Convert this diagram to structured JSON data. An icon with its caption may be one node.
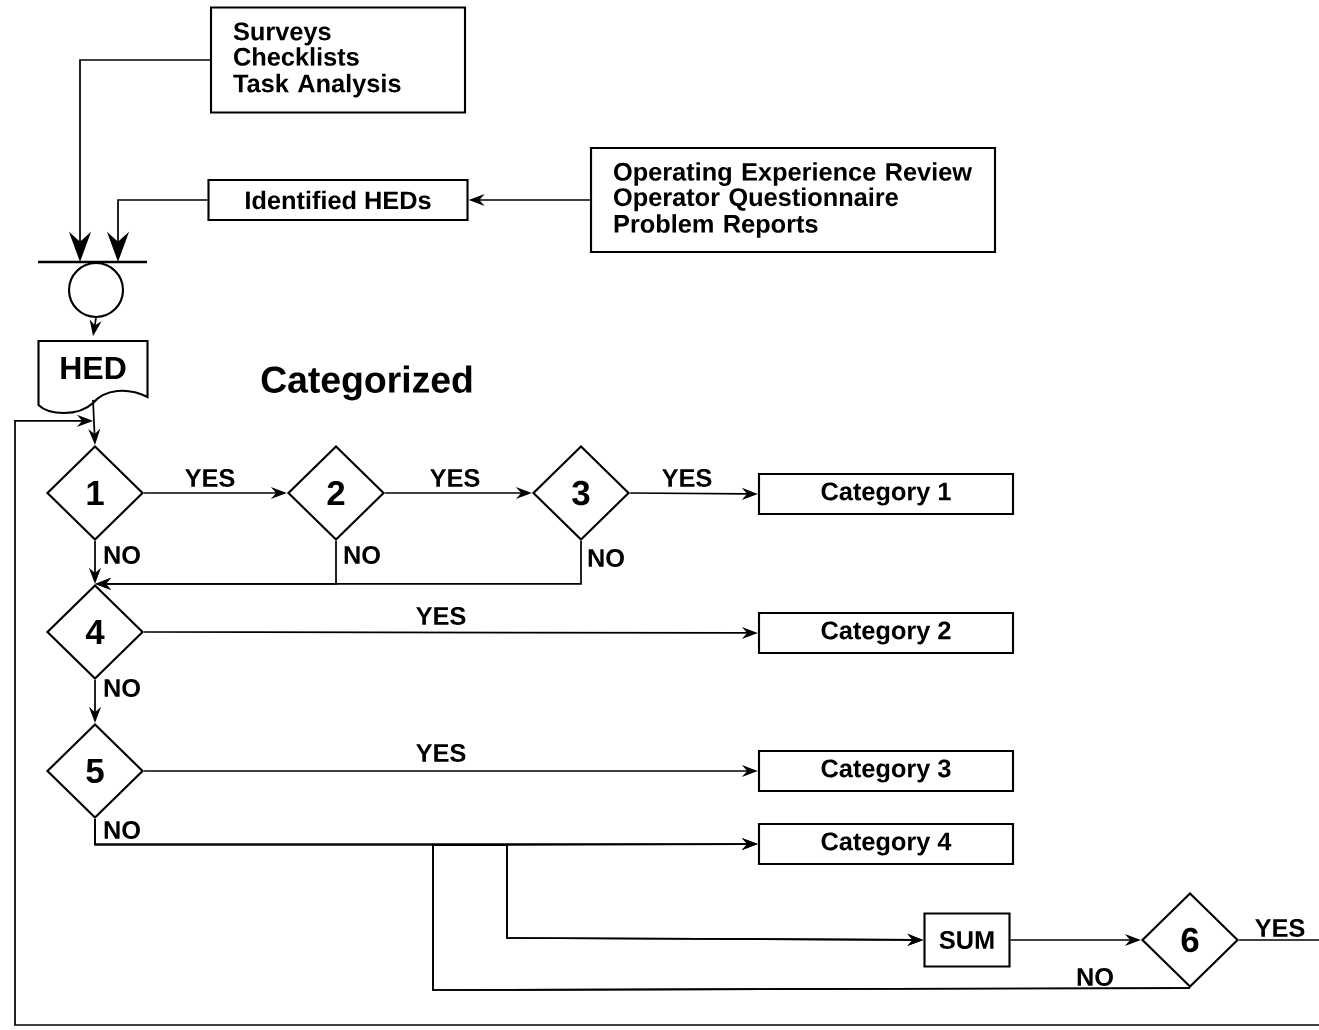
{
  "diagram": {
    "nodes": [
      {
        "text": [
          "Surveys",
          "Checklists",
          "Task Analysis"
        ]
      },
      {
        "text": [
          "Identified HEDs"
        ]
      },
      {
        "text": [
          "Operating Experience Review",
          "Operator Questionnaire",
          "Problem Reports"
        ]
      },
      {
        "text": [],
        "shape": "circle"
      },
      {
        "text": [
          "HED"
        ]
      },
      {
        "text": [
          "1"
        ]
      },
      {
        "text": [
          "2"
        ]
      },
      {
        "text": [
          "3"
        ]
      },
      {
        "text": [
          "Category 1"
        ]
      },
      {
        "text": [
          "4"
        ]
      },
      {
        "text": [
          "Category 2"
        ]
      },
      {
        "text": [
          "5"
        ]
      },
      {
        "text": [
          "Category 3"
        ]
      },
      {
        "text": [
          "Category 4"
        ]
      },
      {
        "text": [
          "SUM"
        ]
      },
      {
        "text": [
          "6"
        ]
      }
    ],
    "edges": [
      {
        "from": 0,
        "to": 3,
        "arrow": "to"
      },
      {
        "from": 1,
        "to": 3,
        "arrow": "to"
      },
      {
        "from": 2,
        "to": 1,
        "arrow": "to"
      },
      {
        "from": 3,
        "to": 4,
        "arrow": "to"
      },
      {
        "from": 4,
        "to": 5,
        "arrow": "to"
      },
      {
        "from": 5,
        "to": 6,
        "arrow": "to",
        "label": "YES"
      },
      {
        "from": 6,
        "to": 7,
        "arrow": "to",
        "label": "YES"
      },
      {
        "from": 7,
        "to": 8,
        "arrow": "to",
        "label": "YES"
      },
      {
        "from": 5,
        "to": 9,
        "arrow": "to",
        "label": "NO"
      },
      {
        "from": 6,
        "to": 9,
        "arrow": "to",
        "label": "NO"
      },
      {
        "from": 7,
        "to": 9,
        "arrow": "to",
        "label": "NO"
      },
      {
        "from": 9,
        "to": 10,
        "arrow": "to",
        "label": "YES"
      },
      {
        "from": 9,
        "to": 11,
        "arrow": "to",
        "label": "NO"
      },
      {
        "from": 11,
        "to": 12,
        "arrow": "to",
        "label": "YES"
      },
      {
        "from": 11,
        "to": 13,
        "arrow": "to",
        "label": "NO"
      },
      {
        "from": 11,
        "to": 14,
        "arrow": "to"
      },
      {
        "from": 14,
        "to": 15,
        "arrow": "to"
      },
      {
        "from": 15,
        "to": 13,
        "arrow": "to",
        "label": "NO"
      },
      {
        "from": 15,
        "to": 14,
        "arrow": "to"
      },
      {
        "from": 15,
        "to": null,
        "arrow": "none",
        "label": "YES"
      },
      {
        "from": null,
        "to": 5,
        "arrow": "to"
      }
    ],
    "labels": [
      "Categorized"
    ]
  }
}
